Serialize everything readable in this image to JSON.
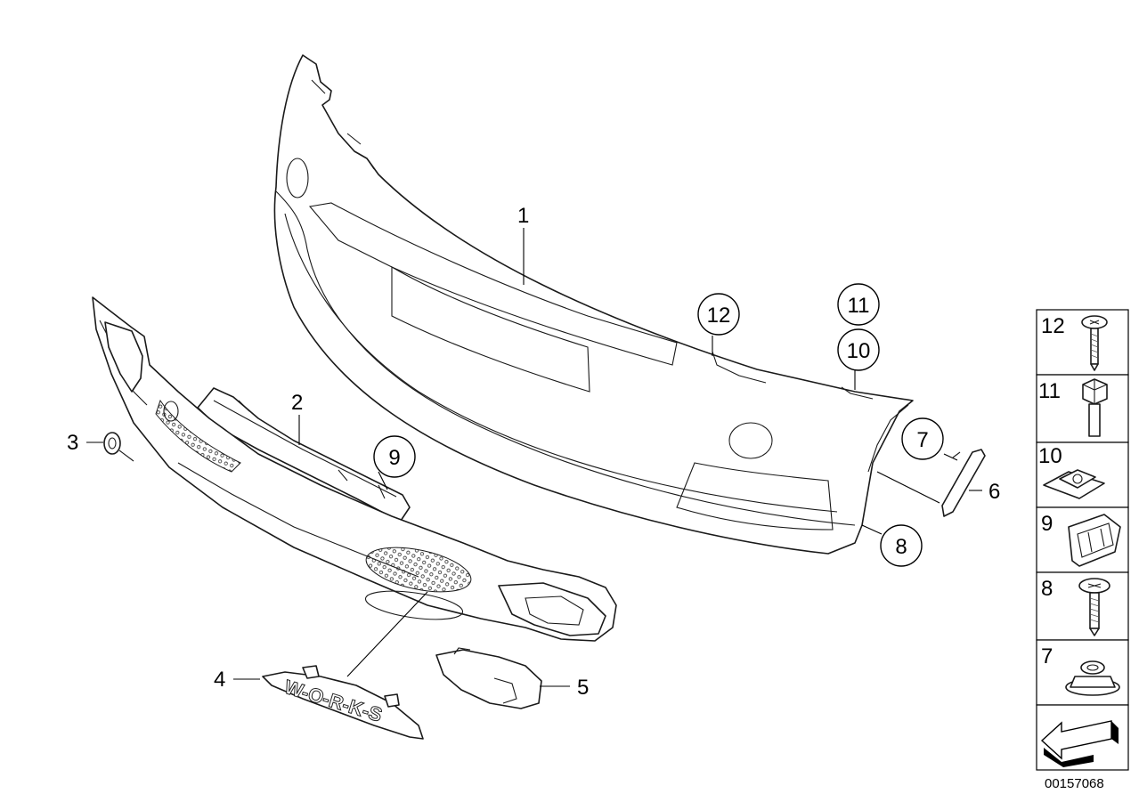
{
  "callouts": {
    "c1": "1",
    "c2": "2",
    "c3": "3",
    "c4": "4",
    "c5": "5",
    "c6": "6",
    "c7": "7",
    "c8": "8",
    "c9": "9",
    "c10": "10",
    "c11": "11",
    "c12": "12"
  },
  "legend": {
    "items": [
      "12",
      "11",
      "10",
      "9",
      "8",
      "7"
    ]
  },
  "badge_text": "W-O-R-K-S",
  "catalog_number": "00157068"
}
